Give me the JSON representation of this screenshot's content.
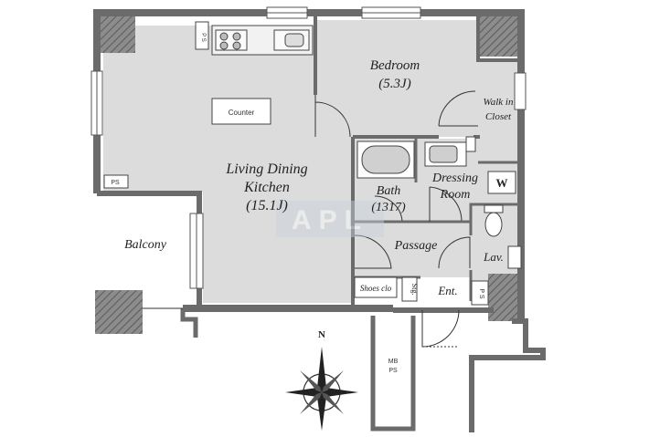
{
  "plan": {
    "rooms": {
      "bedroom": {
        "name": "Bedroom",
        "size": "(5.3J)"
      },
      "ldk": {
        "line1": "Living Dining",
        "line2": "Kitchen",
        "size": "(15.1J)"
      },
      "walk_in_closet": {
        "line1": "Walk in",
        "line2": "Closet"
      },
      "dressing_room": {
        "line1": "Dressing",
        "line2": "Room"
      },
      "bath": {
        "name": "Bath",
        "size": "(1317)"
      },
      "passage": {
        "name": "Passage"
      },
      "balcony": {
        "name": "Balcony"
      },
      "lavatory": {
        "name": "Lav."
      },
      "entrance": {
        "name": "Ent."
      },
      "shoes_closet": {
        "name": "Shoes clo"
      },
      "storage": {
        "name": "Stg."
      }
    },
    "fixtures": {
      "counter": "Counter",
      "washer": "W",
      "ps_top": "P S",
      "ps_left": "PS",
      "ps_entrance": "P S",
      "mb_ps_line1": "MB",
      "mb_ps_line2": "PS"
    },
    "compass": {
      "north": "N"
    },
    "watermark": "APL"
  }
}
